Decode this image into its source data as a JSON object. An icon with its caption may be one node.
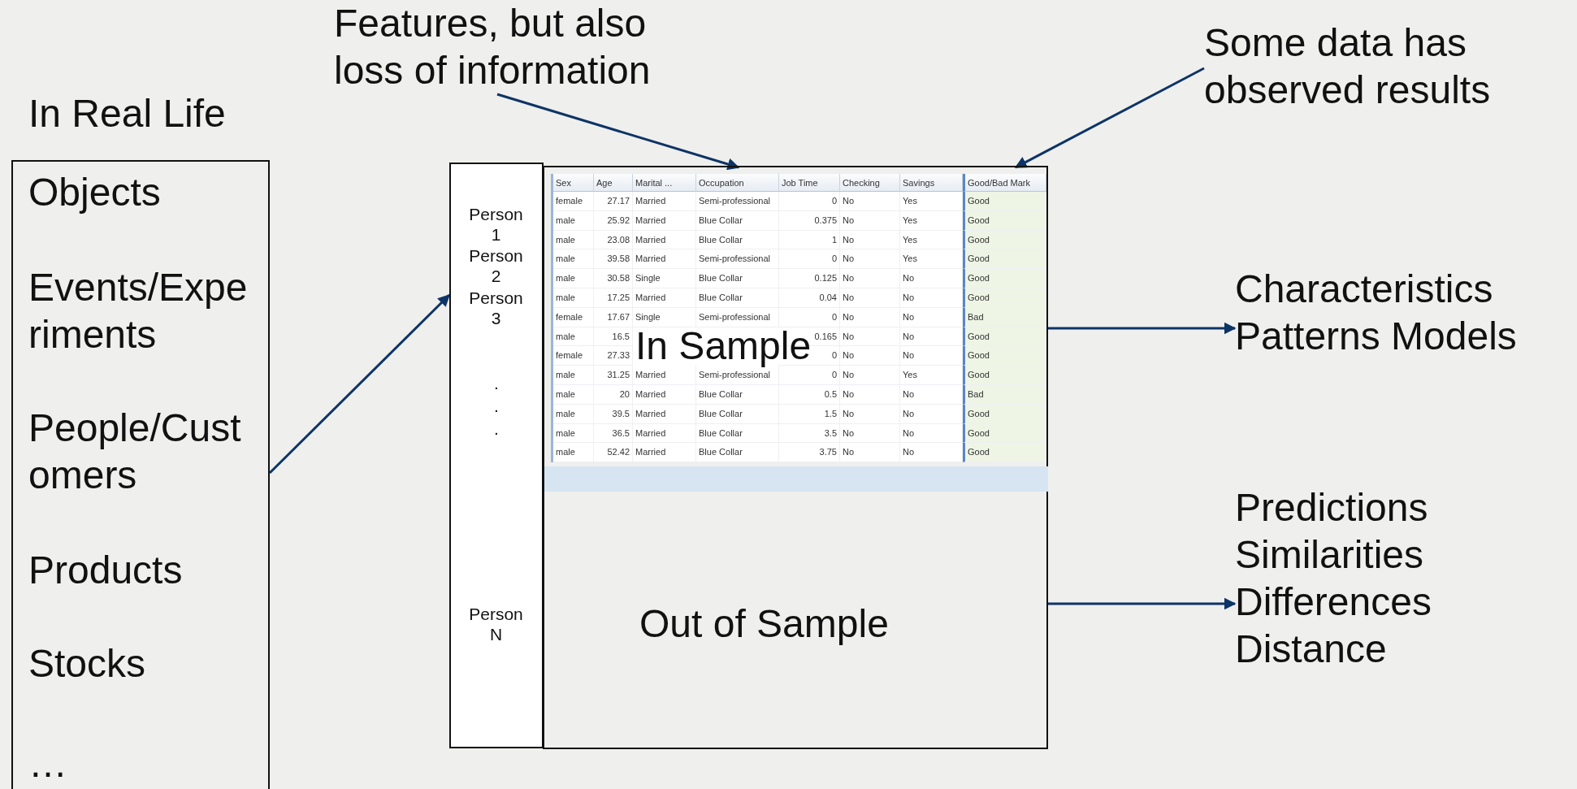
{
  "diagram": {
    "nodes": [
      {
        "text": [
          "In Real Life",
          "Objects",
          "Events/Experiments",
          "People/Customers",
          "Products",
          "Stocks",
          "…"
        ]
      },
      {
        "text": [
          "Person 1",
          "Person 2",
          "Person 3",
          ". . .",
          "Person N"
        ]
      },
      {
        "text": [],
        "shape": "box"
      },
      {
        "text": [
          "In Sample"
        ],
        "in": 2
      },
      {
        "text": [
          "Out of Sample"
        ],
        "in": 2
      },
      {
        "text": [
          "Characteristics Patterns Models"
        ]
      },
      {
        "text": [
          "Predictions Similarities Differences Distance"
        ]
      },
      {
        "text": [
          "Features, but also loss of information"
        ]
      },
      {
        "text": [
          "Some data has observed results"
        ]
      }
    ],
    "edges": [
      {
        "from": 0,
        "to": 1,
        "arrow": "to"
      },
      {
        "from": 7,
        "to": 3,
        "arrow": "to"
      },
      {
        "from": 8,
        "to": 3,
        "arrow": "to"
      },
      {
        "from": 3,
        "to": 5,
        "arrow": "to"
      },
      {
        "from": 4,
        "to": 6,
        "arrow": "to"
      }
    ],
    "labels": [
      "Sex",
      "Age",
      "Marital ...",
      "Occupation",
      "Job Time",
      "Checking",
      "Savings",
      "Good/Bad Mark",
      "female",
      "27.17",
      "Married",
      "Semi-professional",
      "0",
      "No",
      "Yes",
      "Good",
      "male",
      "25.92",
      "Married",
      "Blue Collar",
      "0.375",
      "No",
      "Yes",
      "Good",
      "male",
      "23.08",
      "Married",
      "Blue Collar",
      "1",
      "No",
      "Yes",
      "Good",
      "male",
      "39.58",
      "Married",
      "Semi-professional",
      "0",
      "No",
      "Yes",
      "Good",
      "male",
      "30.58",
      "Single",
      "Blue Collar",
      "0.125",
      "No",
      "No",
      "Good",
      "male",
      "17.25",
      "Married",
      "Blue Collar",
      "0.04",
      "No",
      "No",
      "Good",
      "female",
      "17.67",
      "Single",
      "Semi-professional",
      "0",
      "No",
      "No",
      "Bad",
      "male",
      "16.5",
      "0.165",
      "No",
      "No",
      "Good",
      "female",
      "27.33",
      "0",
      "No",
      "No",
      "Good",
      "male",
      "31.25",
      "Married",
      "Semi-professional",
      "0",
      "No",
      "Yes",
      "Good",
      "male",
      "20",
      "Married",
      "Blue Collar",
      "0.5",
      "No",
      "No",
      "Bad",
      "male",
      "39.5",
      "Married",
      "Blue Collar",
      "1.5",
      "No",
      "No",
      "Good",
      "male",
      "36.5",
      "Married",
      "Blue Collar",
      "3.5",
      "No",
      "No",
      "Good",
      "male",
      "52.42",
      "Married",
      "Blue Collar",
      "3.75",
      "No",
      "No",
      "Good"
    ]
  }
}
